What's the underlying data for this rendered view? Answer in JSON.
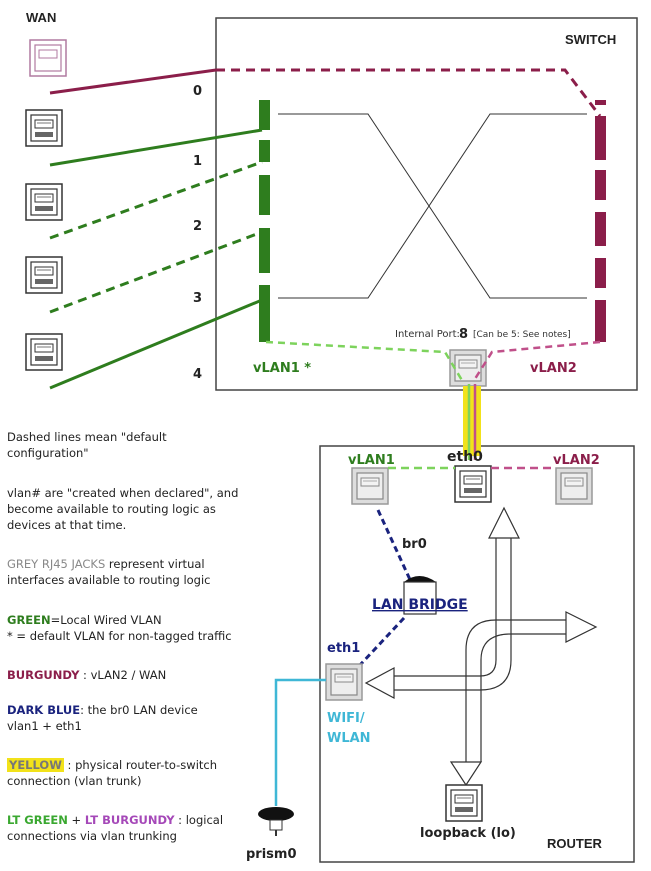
{
  "labels": {
    "wan": "WAN",
    "switch": "SWITCH",
    "router": "ROUTER",
    "ports": [
      "0",
      "1",
      "2",
      "3",
      "4"
    ],
    "vlan1_switch": "vLAN1 *",
    "vlan2_switch": "vLAN2",
    "internal_port_label": "Internal Port:",
    "internal_port_number": "8",
    "internal_port_note": "[Can be 5: See notes]",
    "vlan1_router": "vLAN1",
    "eth0": "eth0",
    "vlan2_router": "vLAN2",
    "br0": "br0",
    "lan_bridge": "LAN BRIDGE",
    "eth1": "eth1",
    "wifi_line1": "WIFI/",
    "wifi_line2": "WLAN",
    "loopback": "loopback (lo)",
    "prism0": "prism0"
  },
  "notes": {
    "n1_line1": "Dashed lines mean \"default",
    "n1_line2": "configuration\"",
    "n2_line1": "vlan# are \"created when declared\", and",
    "n2_line2": "become available to routing logic as",
    "n2_line3": "devices at that time.",
    "n3_key": "GREY RJ45 JACKS",
    "n3_rest": " represent virtual",
    "n3_line2": "interfaces available to routing logic",
    "n4_key": "GREEN",
    "n4_rest": "=Local Wired VLAN",
    "n4_line2": "* = default VLAN for non-tagged traffic",
    "n5_key": "BURGUNDY",
    "n5_rest": " : vLAN2 / WAN",
    "n6_key": "DARK BLUE",
    "n6_rest": ": the br0 LAN device",
    "n6_line2": "vlan1 + eth1",
    "n7_key": "YELLOW",
    "n7_rest": " : physical router-to-switch",
    "n7_line2": "connection (vlan trunk)",
    "n8_key1": "LT GREEN",
    "n8_plus": " + ",
    "n8_key2": "LT BURGUNDY",
    "n8_rest": " : logical",
    "n8_line2": "connections via vlan trunking"
  },
  "colors": {
    "green": "#2e7d1e",
    "burgundy": "#8b1e4a",
    "dark_blue": "#1a237e",
    "yellow": "#f2e21a",
    "light_green": "#7dd35c",
    "light_burgundy": "#c0508a",
    "wifi_cyan": "#3fb7d6"
  }
}
